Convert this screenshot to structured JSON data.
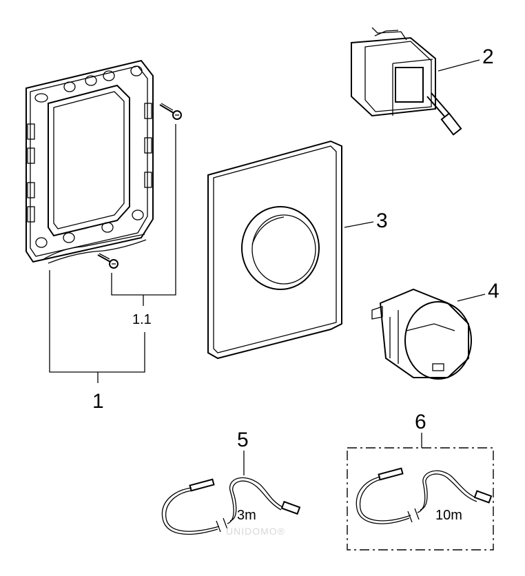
{
  "labels": {
    "frame": "1",
    "frame_screws": "1.1",
    "sensor_box": "2",
    "cover_plate": "3",
    "sensor_unit": "4",
    "cable_short": "5",
    "cable_long": "6"
  },
  "cable_lengths": {
    "short": "3m",
    "long": "10m"
  },
  "watermark": "UNIDOMO®"
}
